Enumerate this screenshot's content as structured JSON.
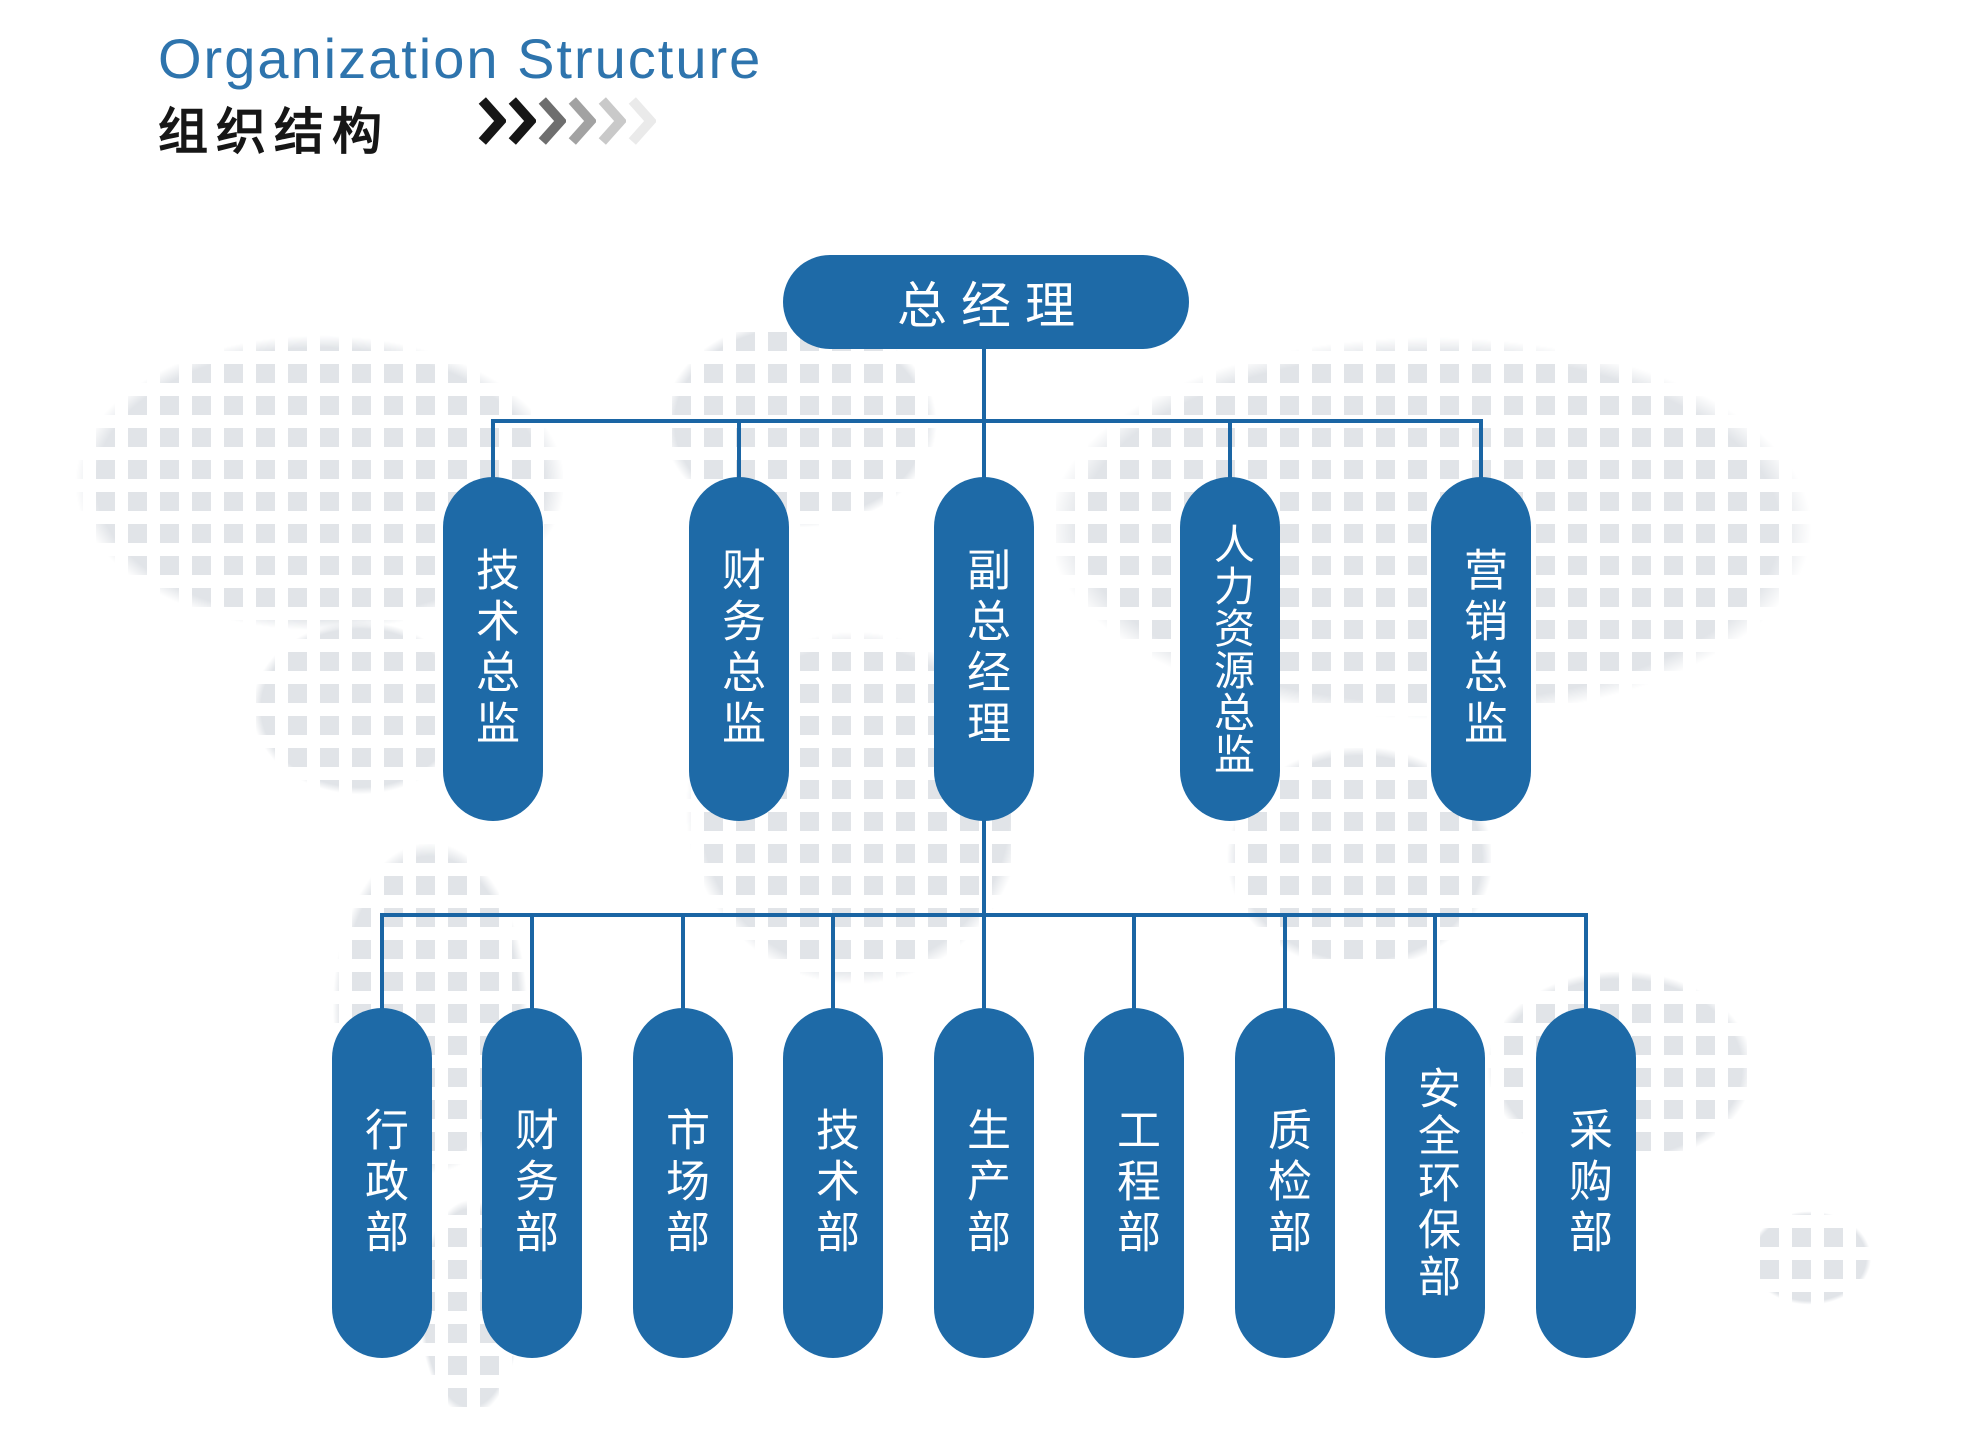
{
  "header": {
    "title_en": "Organization Structure",
    "title_zh": "组织结构",
    "chevron_colors": [
      "#161616",
      "#161616",
      "#6e6e6e",
      "#a2a2a2",
      "#c9c9c9",
      "#eaeaea"
    ]
  },
  "colors": {
    "node_blue": "#1e6aa7",
    "line_blue": "#1a65a4",
    "title_blue": "#2e74ad",
    "title_dark": "#161616",
    "node_text": "#ffffff",
    "map_gray": "#e1e4e8",
    "page_bg": "#ffffff"
  },
  "org_chart": {
    "root": {
      "label": "总经理"
    },
    "level2": [
      {
        "label": "技术总监"
      },
      {
        "label": "财务总监"
      },
      {
        "label": "副总经理"
      },
      {
        "label": "人力资源总监"
      },
      {
        "label": "营销总监"
      }
    ],
    "level3": [
      {
        "label": "行政部"
      },
      {
        "label": "财务部"
      },
      {
        "label": "市场部"
      },
      {
        "label": "技术部"
      },
      {
        "label": "生产部"
      },
      {
        "label": "工程部"
      },
      {
        "label": "质检部"
      },
      {
        "label": "安全环保部"
      },
      {
        "label": "采购部"
      }
    ]
  }
}
